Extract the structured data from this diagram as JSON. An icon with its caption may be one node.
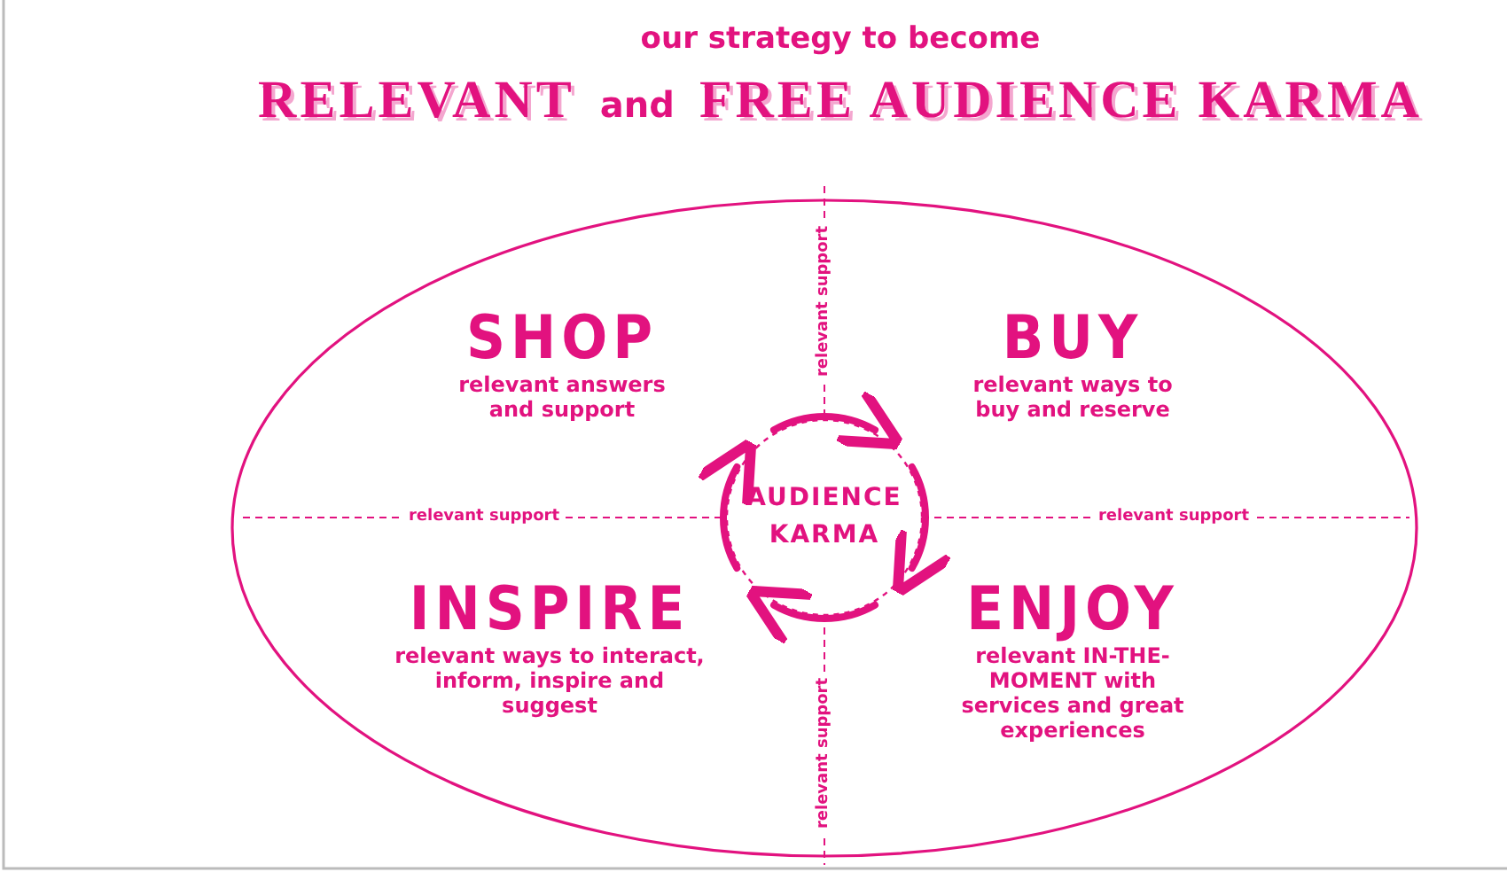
{
  "diagram": {
    "nodes": [
      {
        "text": [],
        "shape": "ellipse"
      },
      {
        "text": [
          "SHOP",
          "relevant answers and support"
        ],
        "in": 0
      },
      {
        "text": [
          "BUY",
          "relevant ways to buy and reserve"
        ],
        "in": 0
      },
      {
        "text": [
          "AUDIENCE KARMA"
        ],
        "in": 0
      },
      {
        "text": [
          "INSPIRE",
          "relevant ways to interact, inform, inspire and suggest"
        ],
        "in": 0
      },
      {
        "text": [
          "ENJOY",
          "relevant IN-THE-MOMENT with services and great experiences"
        ],
        "in": 0
      }
    ],
    "labels": [
      "our strategy to become",
      "RELEVANT",
      "and",
      "FREE AUDIENCE KARMA",
      "relevant support",
      "relevant support",
      "relevant support",
      "relevant support"
    ]
  }
}
